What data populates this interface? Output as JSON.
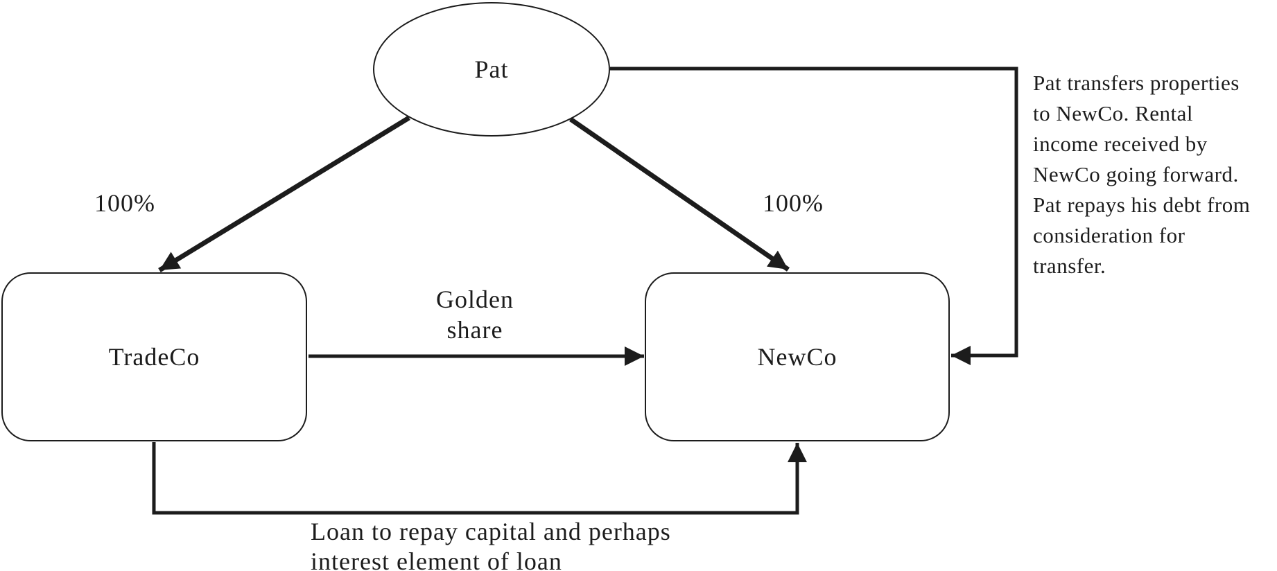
{
  "nodes": {
    "pat": {
      "label": "Pat"
    },
    "tradeco": {
      "label": "TradeCo"
    },
    "newco": {
      "label": "NewCo"
    }
  },
  "edges": {
    "pat_to_tradeco": {
      "label": "100%"
    },
    "pat_to_newco": {
      "label": "100%"
    },
    "tradeco_to_newco": {
      "lines": [
        "Golden",
        "share"
      ]
    },
    "loan": {
      "lines": [
        "Loan to repay capital and perhaps",
        "interest element of loan"
      ]
    },
    "transfer_note": {
      "lines": [
        "Pat transfers properties",
        "to NewCo. Rental",
        "income received by",
        "NewCo going forward.",
        "Pat repays his debt from",
        "consideration for",
        "transfer."
      ]
    }
  },
  "colors": {
    "stroke": "#1c1c1c",
    "background": "#ffffff"
  }
}
